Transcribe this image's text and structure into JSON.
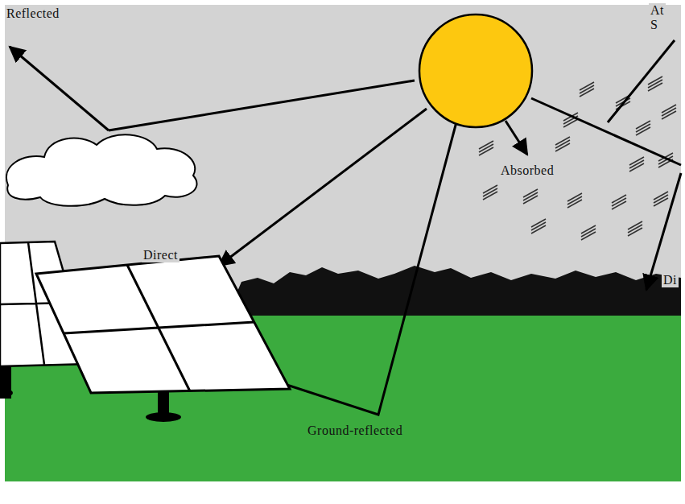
{
  "diagram": {
    "labels": [
      "Reflected",
      "At S",
      "Absorbed",
      "Direct",
      "Di",
      "Ground-reflected"
    ]
  }
}
